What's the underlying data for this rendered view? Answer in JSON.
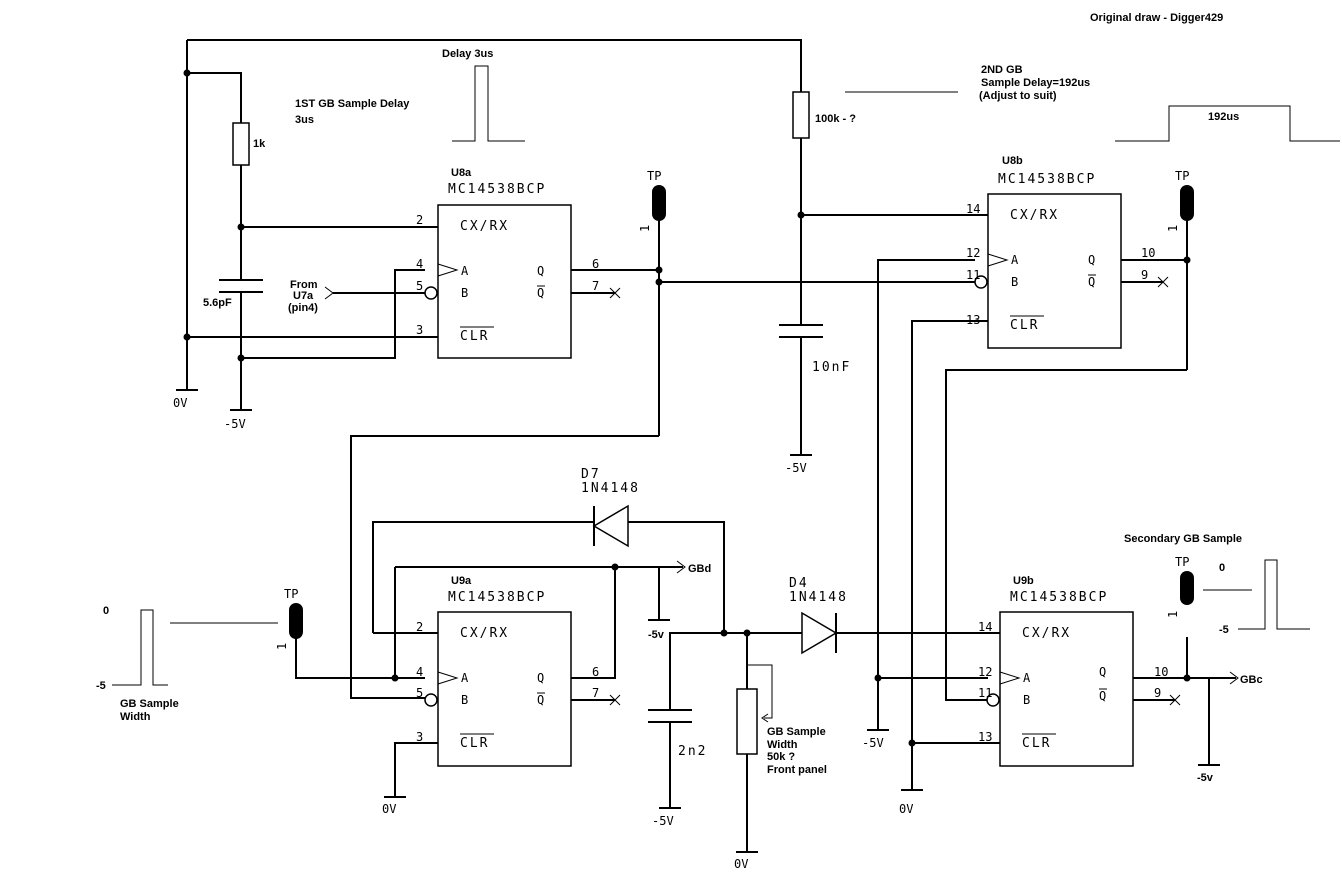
{
  "header": {
    "credit": "Original draw - Digger429"
  },
  "u8a": {
    "ref": "U8a",
    "part": "MC14538BCP",
    "pins": {
      "cxrx": "2",
      "a": "4",
      "b": "5",
      "clr": "3",
      "q": "6",
      "qbar": "7"
    },
    "labels": {
      "cxrx": "CX/RX",
      "a": "A",
      "b": "B",
      "clr": "CLR",
      "q": "Q",
      "qbar": "Q"
    }
  },
  "u8b": {
    "ref": "U8b",
    "part": "MC14538BCP",
    "pins": {
      "cxrx": "14",
      "a": "12",
      "b": "11",
      "clr": "13",
      "q": "10",
      "qbar": "9"
    },
    "labels": {
      "cxrx": "CX/RX",
      "a": "A",
      "b": "B",
      "clr": "CLR",
      "q": "Q",
      "qbar": "Q"
    }
  },
  "u9a": {
    "ref": "U9a",
    "part": "MC14538BCP",
    "pins": {
      "cxrx": "2",
      "a": "4",
      "b": "5",
      "clr": "3",
      "q": "6",
      "qbar": "7"
    },
    "labels": {
      "cxrx": "CX/RX",
      "a": "A",
      "b": "B",
      "clr": "CLR",
      "q": "Q",
      "qbar": "Q"
    }
  },
  "u9b": {
    "ref": "U9b",
    "part": "MC14538BCP",
    "pins": {
      "cxrx": "14",
      "a": "12",
      "b": "11",
      "clr": "13",
      "q": "10",
      "qbar": "9"
    },
    "labels": {
      "cxrx": "CX/RX",
      "a": "A",
      "b": "B",
      "clr": "CLR",
      "q": "Q",
      "qbar": "Q"
    }
  },
  "components": {
    "r1k": "1k",
    "c56": "5.6pF",
    "r100k": "100k - ?",
    "c10n": "10nF",
    "c2n2": "2n2",
    "d7_ref": "D7",
    "d7_part": "1N4148",
    "d4_ref": "D4",
    "d4_part": "1N4148",
    "pot": {
      "line1": "GB Sample",
      "line2": "Width",
      "line3": "50k ?",
      "line4": "Front panel"
    }
  },
  "testpoints": {
    "label": "TP",
    "pin": "1"
  },
  "rails": {
    "zero": "0V",
    "neg5": "-5V",
    "neg5_bold": "-5v"
  },
  "nets": {
    "gbd": "GBd",
    "gbc": "GBc"
  },
  "notes": {
    "first_delay_line1": "1ST GB Sample Delay",
    "first_delay_line2": "3us",
    "delay_pulse": "Delay 3us",
    "second_line1": "2ND GB",
    "second_line2": "Sample Delay=192us",
    "second_line3": "(Adjust to suit)",
    "pulse_192": "192us",
    "from_line1": "From",
    "from_line2": "U7a",
    "from_line3": "(pin4)",
    "width_zero": "0",
    "width_neg": "-5",
    "width_line1": "GB Sample",
    "width_line2": "Width",
    "secondary": "Secondary GB Sample",
    "sec_zero": "0",
    "sec_neg": "-5"
  }
}
